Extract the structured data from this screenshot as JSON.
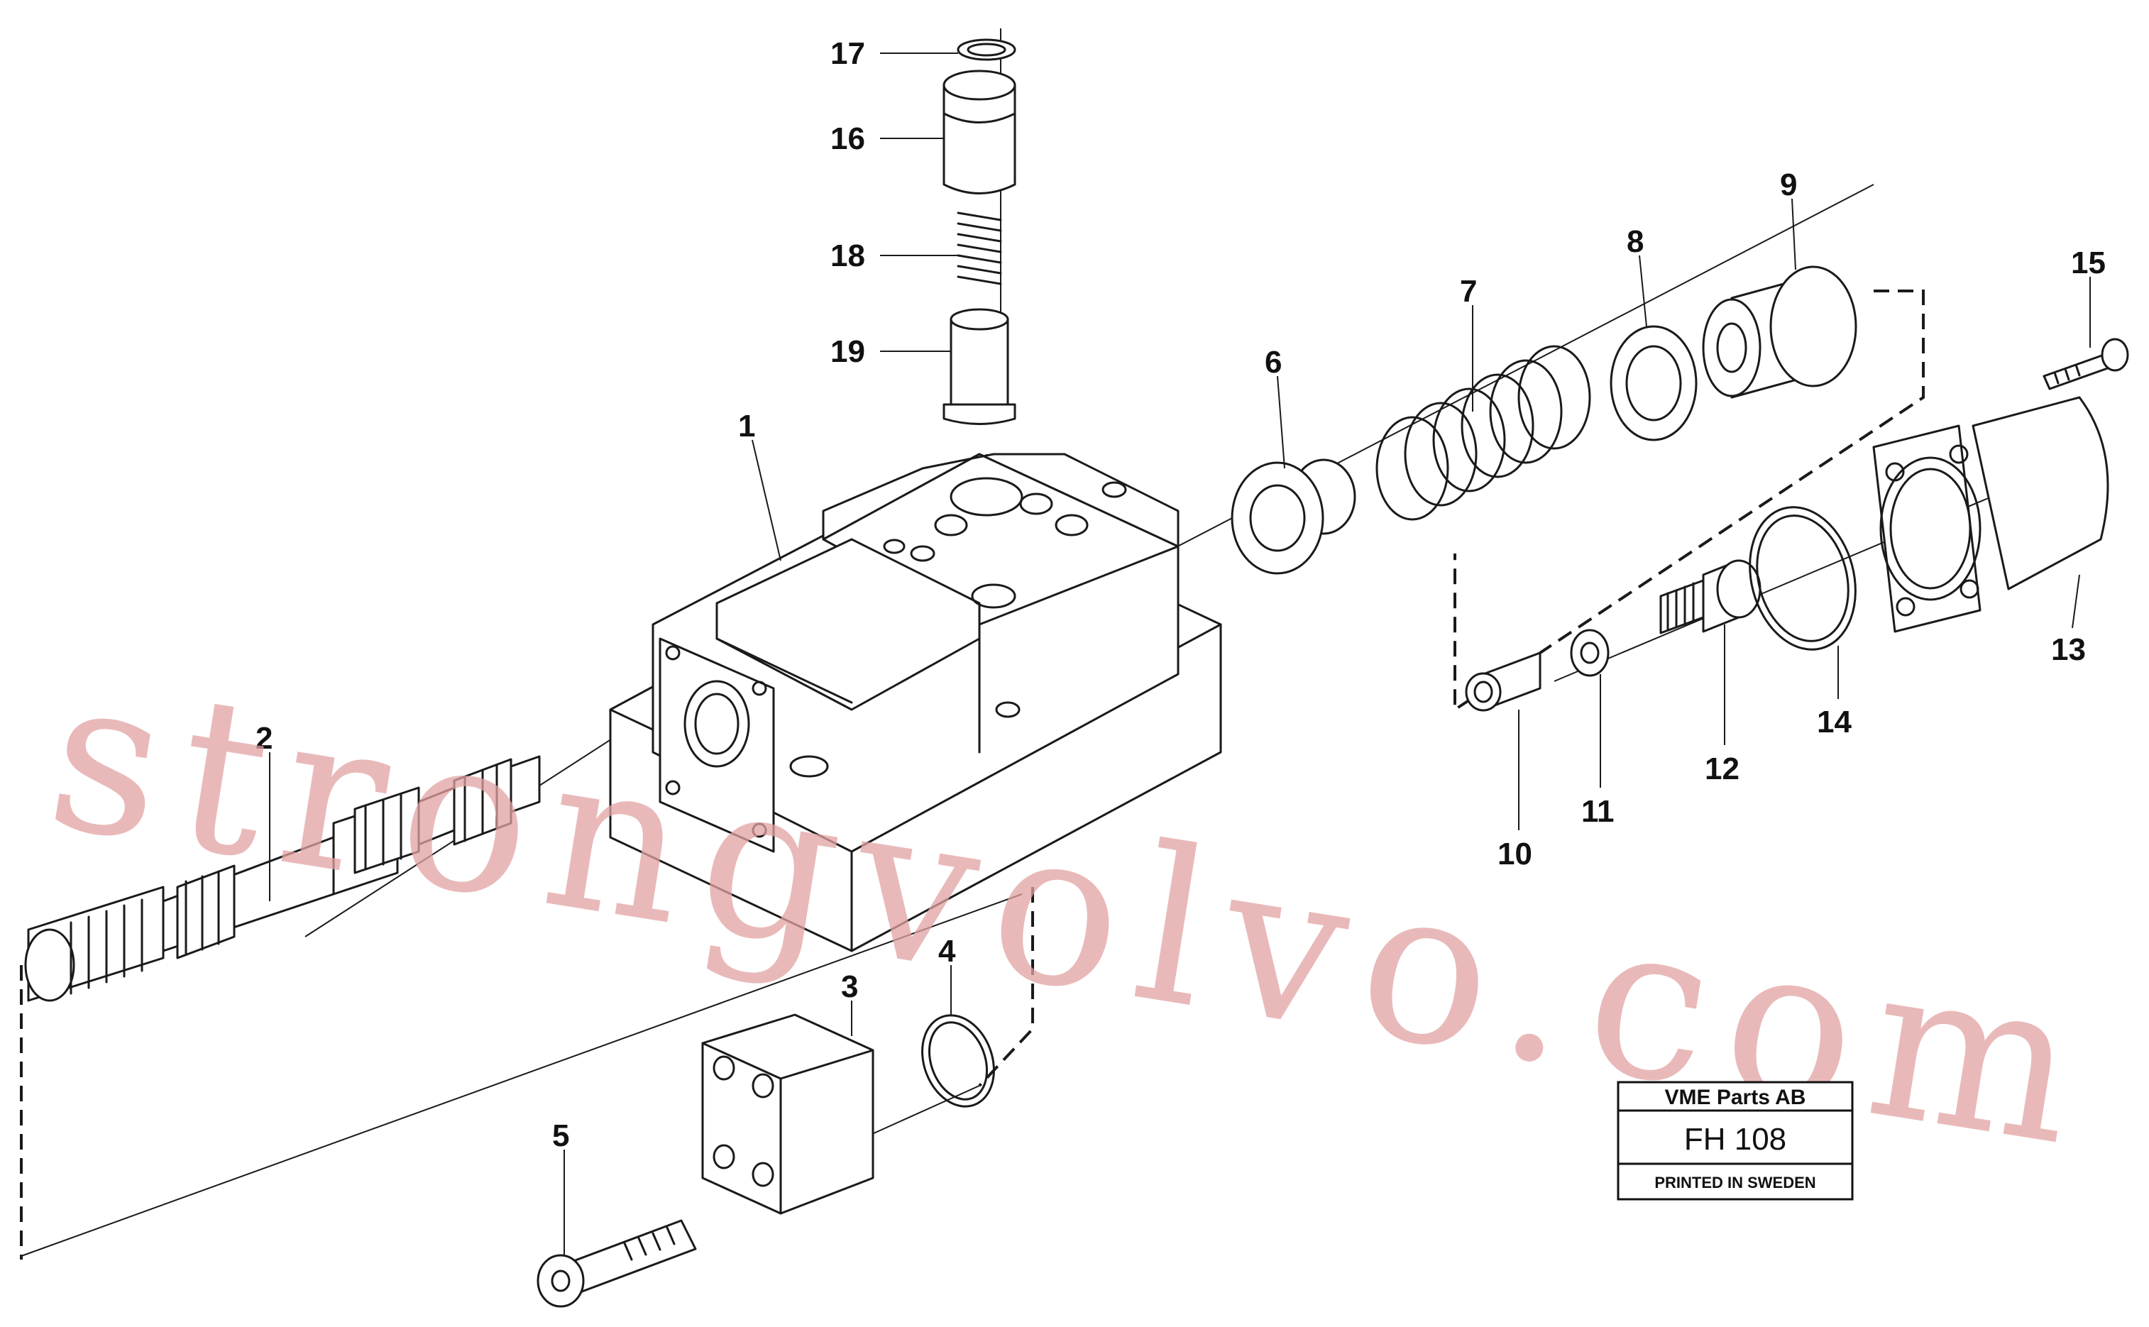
{
  "callouts": [
    "1",
    "2",
    "3",
    "4",
    "5",
    "6",
    "7",
    "8",
    "9",
    "10",
    "11",
    "12",
    "13",
    "14",
    "15",
    "16",
    "17",
    "18",
    "19"
  ],
  "watermark": "strongvolvo.com",
  "stamp": {
    "company": "VME Parts AB",
    "code": "FH 108",
    "printed": "PRINTED IN SWEDEN"
  },
  "colors": {
    "line": "#1a1a1a",
    "watermark": "#e2a2a2",
    "background": "#ffffff"
  }
}
